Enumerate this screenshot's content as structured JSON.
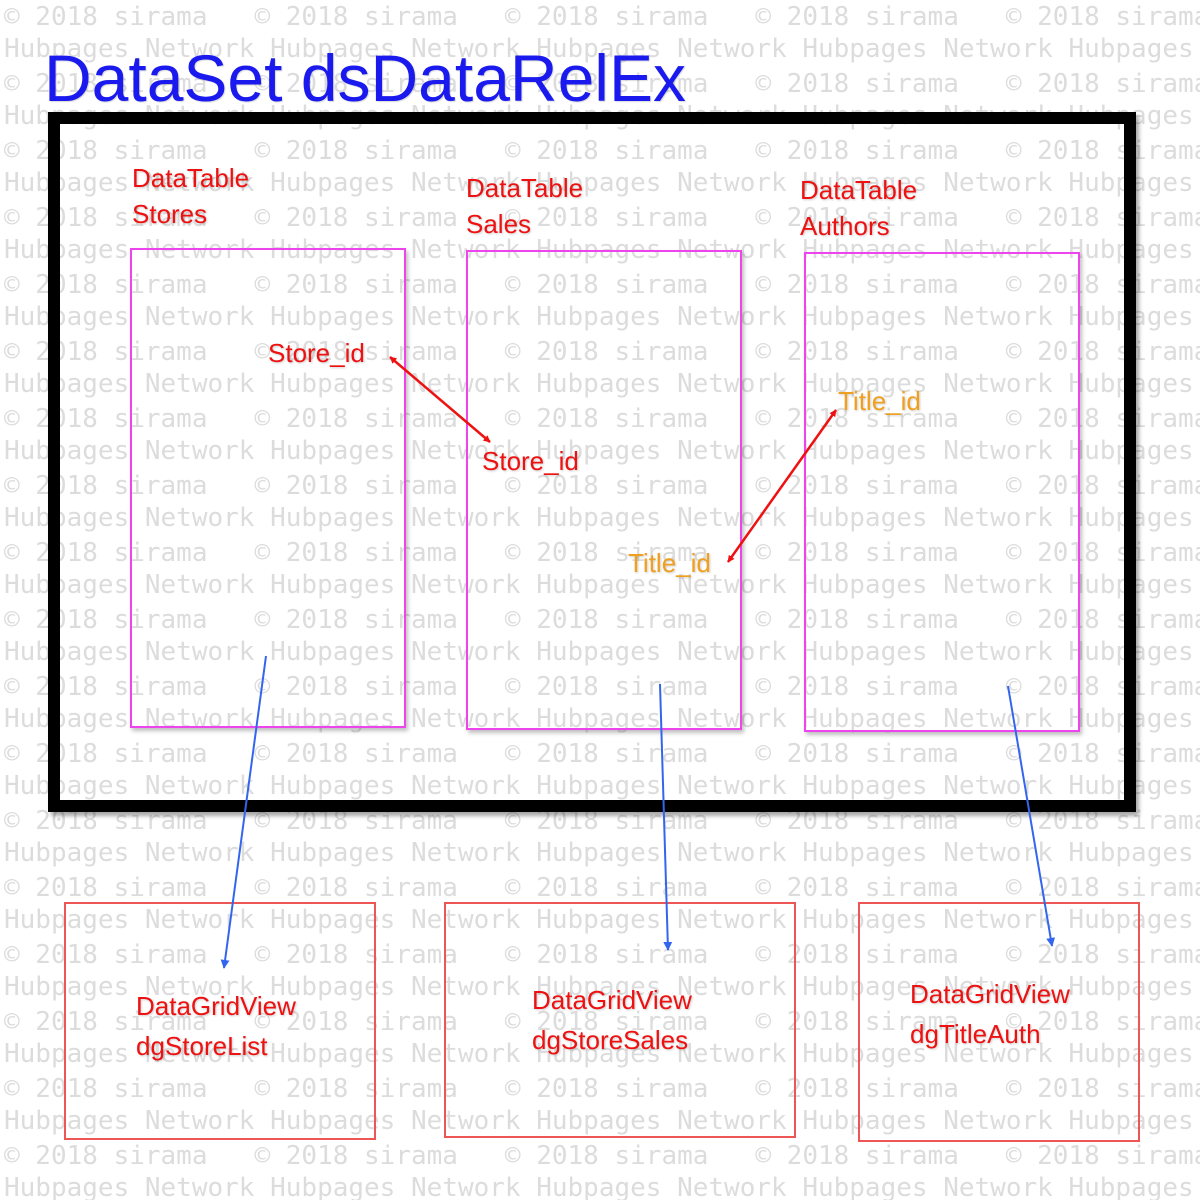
{
  "watermark": {
    "line1": "© 2018 sirama   © 2018 sirama   © 2018 sirama   © 2018 sirama   © 2018 sirama",
    "line2": "Hubpages Network Hubpages Network Hubpages Network Hubpages Network Hubpages Network Hubpages"
  },
  "title": "DataSet dsDataRelEx",
  "tables": {
    "stores": {
      "line1": "DataTable",
      "line2": "Stores",
      "field": "Store_id"
    },
    "sales": {
      "line1": "DataTable",
      "line2": "Sales",
      "field_store": "Store_id",
      "field_title": "Title_id"
    },
    "authors": {
      "line1": "DataTable",
      "line2": "Authors",
      "field": "Title_id"
    }
  },
  "grids": {
    "store_list": {
      "line1": "DataGridView",
      "line2": "dgStoreList"
    },
    "store_sales": {
      "line1": "DataGridView",
      "line2": "dgStoreSales"
    },
    "title_auth": {
      "line1": "DataGridView",
      "line2": "dgTitleAuth"
    }
  },
  "colors": {
    "title": "#1a1aee",
    "frame": "#000000",
    "table_border": "#ee44ee",
    "grid_border": "#ee5555",
    "label_red": "#ee1111",
    "label_orange": "#f0a020",
    "relation_arrow": "#ee1111",
    "binding_arrow": "#3366ee"
  }
}
